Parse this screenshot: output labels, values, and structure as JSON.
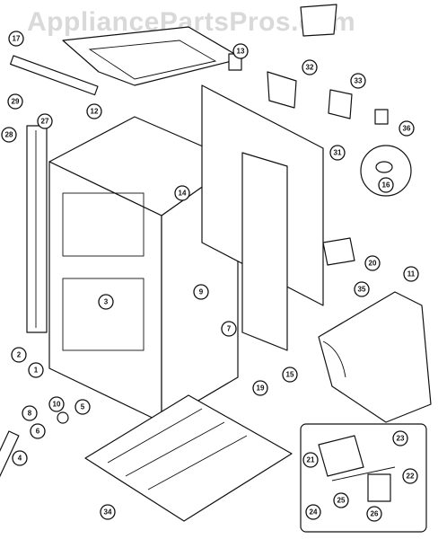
{
  "watermark": "AppliancePartsPros.com",
  "callouts": [
    "17",
    "29",
    "27",
    "28",
    "12",
    "13",
    "32",
    "33",
    "36",
    "31",
    "16",
    "20",
    "11",
    "35",
    "14",
    "9",
    "3",
    "7",
    "15",
    "19",
    "2",
    "1",
    "10",
    "8",
    "5",
    "6",
    "4",
    "34",
    "21",
    "23",
    "22",
    "25",
    "24",
    "26"
  ]
}
